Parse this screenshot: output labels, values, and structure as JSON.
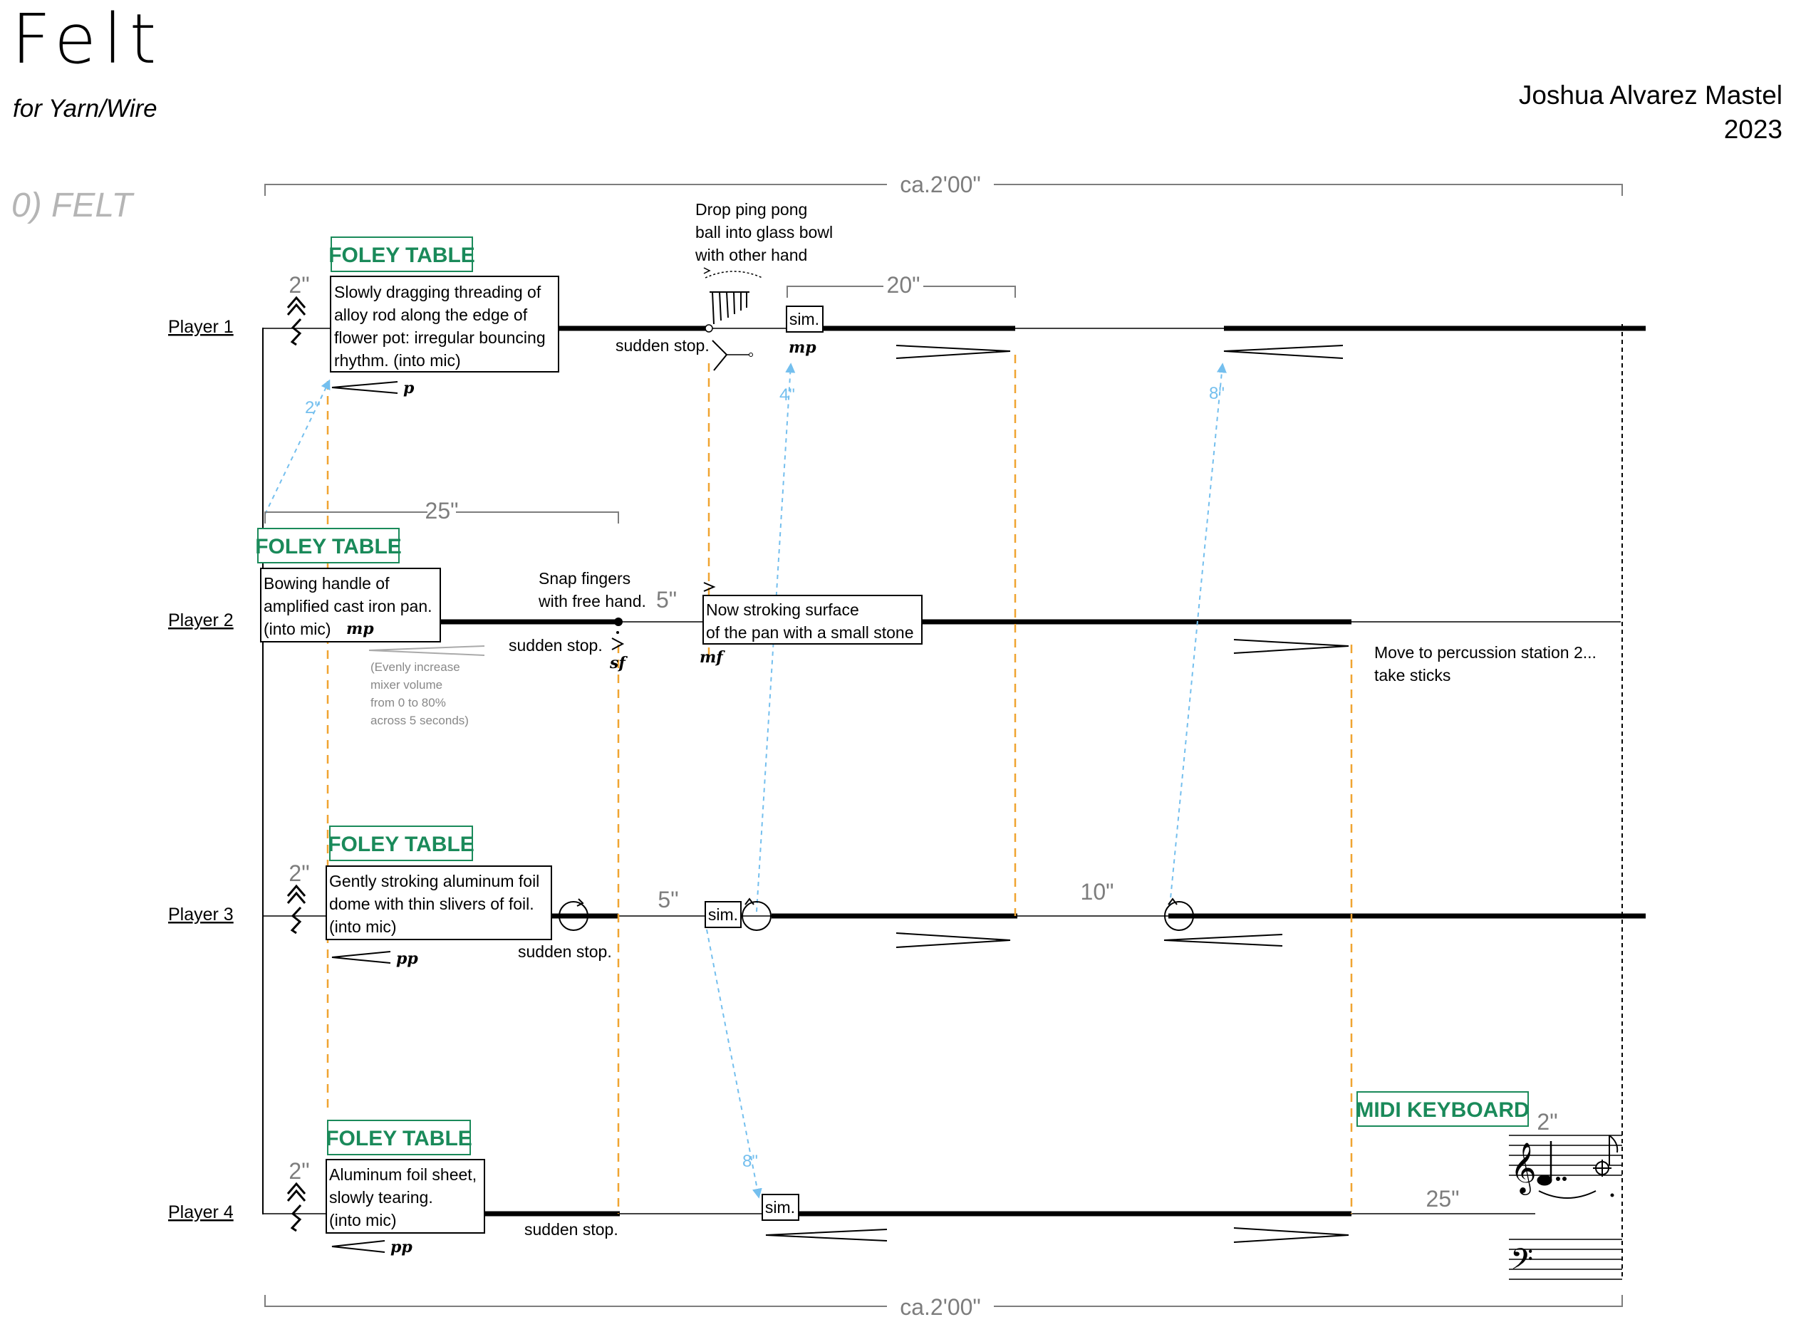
{
  "header": {
    "title": "Felt",
    "subtitle": "for Yarn/Wire",
    "composer": "Joshua Alvarez Mastel",
    "year": "2023",
    "section": "0) FELT"
  },
  "timeline": {
    "total_duration_top": "ca.2'00\"",
    "total_duration_bottom": "ca.2'00\""
  },
  "players": {
    "p1": "Player 1",
    "p2": "Player 2",
    "p3": "Player 3",
    "p4": "Player 4"
  },
  "stations": {
    "foley": "FOLEY TABLE",
    "midi": "MIDI KEYBOARD"
  },
  "player1": {
    "rest": "2\"",
    "instr_lines": [
      "Slowly dragging threading of",
      "alloy rod along the edge of",
      "flower pot: irregular bouncing",
      "rhythm. (into mic)"
    ],
    "dyn_start": "p",
    "stop": "sudden stop.",
    "drop_lines": [
      "Drop ping pong",
      "ball into glass bowl",
      "with other hand"
    ],
    "span": "20\"",
    "sim": "sim.",
    "dyn_sim": "mp"
  },
  "player2": {
    "instr_lines": [
      "Bowing handle of",
      "amplified cast iron pan.",
      "(into mic)"
    ],
    "dyn_start": "mp",
    "span": "25\"",
    "mixer_lines": [
      "(Evenly increase",
      "mixer volume",
      "from 0 to 80%",
      "across 5 seconds)"
    ],
    "stop": "sudden stop.",
    "dyn_stop": "sf",
    "snap_lines": [
      "Snap fingers",
      "with free hand."
    ],
    "snap_dur": "5\"",
    "stroke_lines": [
      "Now stroking surface",
      "of the pan with a small stone"
    ],
    "dyn_stroke": "mf",
    "move_lines": [
      "Move to percussion station 2...",
      "take sticks"
    ]
  },
  "player3": {
    "rest": "2\"",
    "instr_lines": [
      "Gently stroking aluminum foil",
      "dome with thin slivers of foil.",
      "(into mic)"
    ],
    "dyn_start": "pp",
    "stop": "sudden stop.",
    "gap_dur": "5\"",
    "sim": "sim.",
    "gap2_dur": "10\""
  },
  "player4": {
    "rest": "2\"",
    "instr_lines": [
      "Aluminum foil sheet,",
      "slowly tearing.",
      "(into mic)"
    ],
    "dyn_start": "pp",
    "stop": "sudden stop.",
    "sim": "sim.",
    "end_dur": "25\"",
    "midi_dur": "2\""
  },
  "cues": {
    "c1": "2\"",
    "c2": "4\"",
    "c3": "8\"",
    "c4": "8\""
  },
  "colors": {
    "station_green": "#1a8a5a",
    "duration_gray": "#7d7d7d",
    "cue_orange": "#f0a431",
    "cue_blue": "#74bfee"
  },
  "icons": {
    "rest": "fermata-rest-icon",
    "circle_arrow": "circular-stroke-icon",
    "treble": "treble-clef-icon",
    "bass": "bass-clef-icon"
  }
}
